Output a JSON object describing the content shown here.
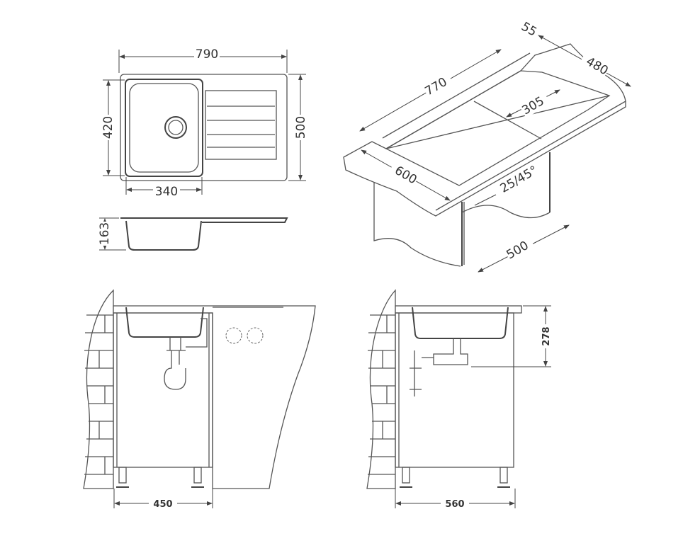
{
  "title": "Single bowl sink with drainer – dimension drawing",
  "top_view": {
    "width": "790",
    "bowl_depth": "420",
    "depth": "500",
    "bowl_width": "340"
  },
  "side_view": {
    "height": "163"
  },
  "iso_view": {
    "length": "770",
    "rim": "55",
    "depth": "480",
    "bowl_length": "305",
    "cutout": "600",
    "radius": "25/45°",
    "cabinet": "500"
  },
  "front_view": {
    "cabinet_width": "450"
  },
  "side_install_view": {
    "height": "278",
    "cabinet_depth": "560"
  }
}
